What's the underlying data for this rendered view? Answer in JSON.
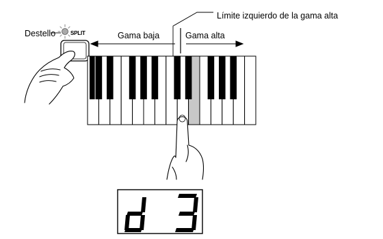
{
  "labels": {
    "flash": "Destello",
    "split_button": "SPLIT",
    "low_range": "Gama baja",
    "high_range": "Gama alta",
    "split_point": "Límite izquierdo de la gama alta"
  },
  "display": {
    "text": "d 3",
    "char_left": "d",
    "char_right": "3"
  },
  "keyboard": {
    "white_keys": 15,
    "highlighted_white_key": 9
  },
  "colors": {
    "ink": "#000000",
    "highlight": "#c8c8c8",
    "led": "#a9a9a9",
    "paper": "#ffffff"
  }
}
